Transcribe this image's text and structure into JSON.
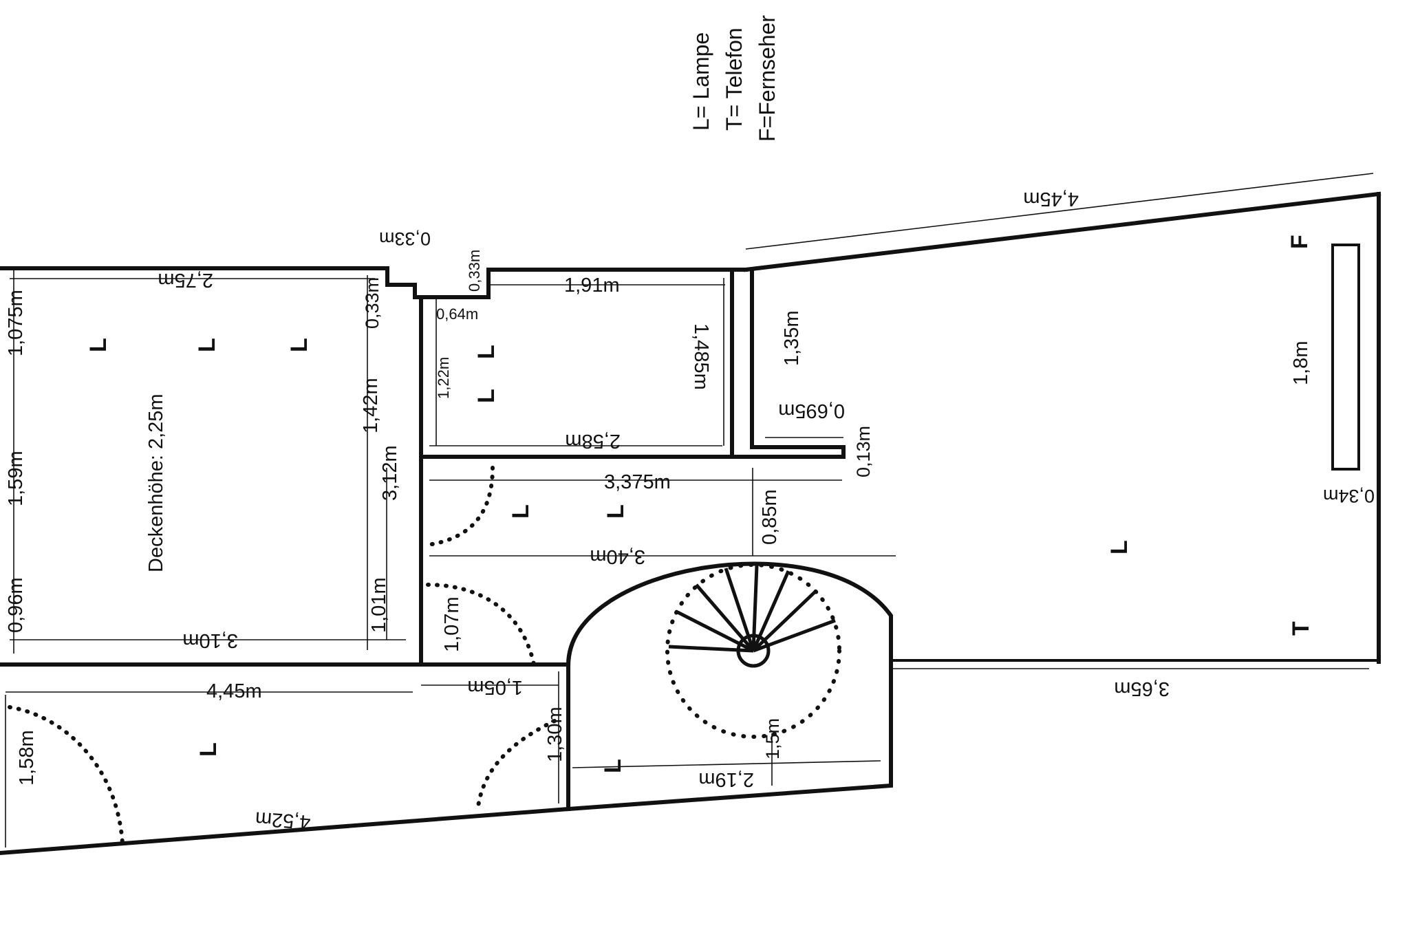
{
  "legend": {
    "lamp": "L= Lampe",
    "phone": "T= Telefon",
    "tv": "F=Fernseher"
  },
  "ceiling_height": "Deckenhöhe: 2,25m",
  "symbols": {
    "lamp": "L",
    "phone": "T",
    "tv": "F"
  },
  "dimensions": {
    "d_4_45_top": "4,45m",
    "d_0_33_top": "0,33m",
    "d_2_75": "2,75m",
    "d_0_33_side": "0,33m",
    "d_0_33_small": "0,33m",
    "d_1_91": "1,91m",
    "d_0_64": "0,64m",
    "d_1_485": "1,485m",
    "d_1_22": "1,22m",
    "d_2_58": "2,58m",
    "d_1_35": "1,35m",
    "d_0_695": "0,695m",
    "d_0_13": "0,13m",
    "d_1_8": "1,8m",
    "d_0_34": "0,34m",
    "d_1_075": "1,075m",
    "d_1_59": "1,59m",
    "d_0_96": "0,96m",
    "d_1_42": "1,42m",
    "d_3_12": "3,12m",
    "d_3_375": "3,375m",
    "d_0_85": "0,85m",
    "d_3_40": "3,40m",
    "d_1_01": "1,01m",
    "d_1_07": "1,07m",
    "d_3_10": "3,10m",
    "d_3_65": "3,65m",
    "d_4_45_bottom": "4,45m",
    "d_1_05": "1,05m",
    "d_1_58": "1,58m",
    "d_1_30": "1,30m",
    "d_1_5": "1,5m",
    "d_2_19": "2,19m",
    "d_4_52": "4,52m"
  }
}
